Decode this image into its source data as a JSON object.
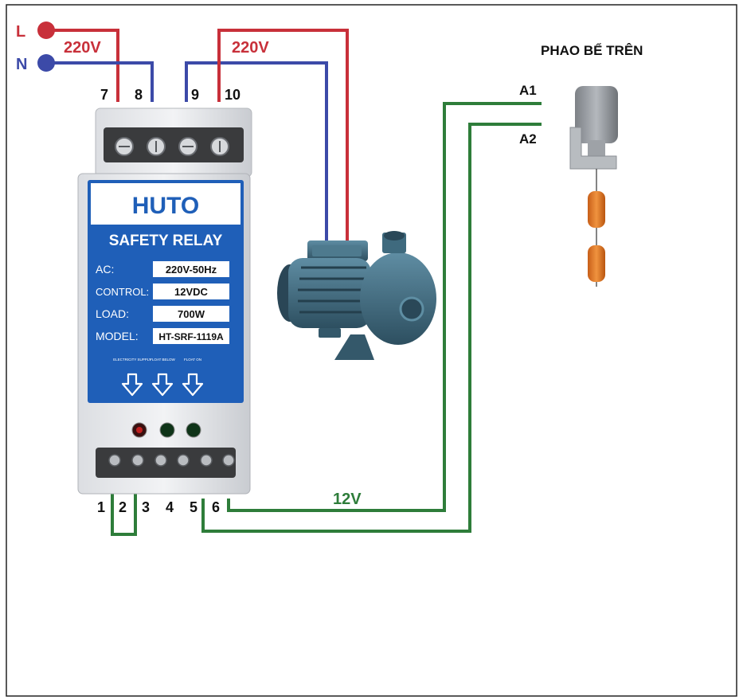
{
  "colors": {
    "live": "#c8303a",
    "neutral": "#3c4aa8",
    "control": "#2e7d3a",
    "relay_blue": "#1f5fb8",
    "float_orange": "#e07a2a",
    "pump_blue": "#3a6478"
  },
  "mains": {
    "live_label": "L",
    "neutral_label": "N",
    "voltage_left": "220V",
    "voltage_right": "220V"
  },
  "top_terminals": [
    "7",
    "8",
    "9",
    "10"
  ],
  "bottom_terminals": [
    "1",
    "2",
    "3",
    "4",
    "5",
    "6"
  ],
  "control_voltage": "12V",
  "relay": {
    "brand": "HUTO",
    "title": "SAFETY RELAY",
    "specs": [
      {
        "key": "AC:",
        "value": "220V-50Hz"
      },
      {
        "key": "CONTROL:",
        "value": "12VDC"
      },
      {
        "key": "LOAD:",
        "value": "700W"
      },
      {
        "key": "MODEL:",
        "value": "HT-SRF-1119A"
      }
    ],
    "indicators": [
      {
        "label": "ELECTRICITY SUPPLY"
      },
      {
        "label": "FLOAT BELOW"
      },
      {
        "label": "FLOAT ON"
      }
    ]
  },
  "float_switch": {
    "title": "PHAO BỂ TRÊN",
    "terminal_a1": "A1",
    "terminal_a2": "A2"
  }
}
